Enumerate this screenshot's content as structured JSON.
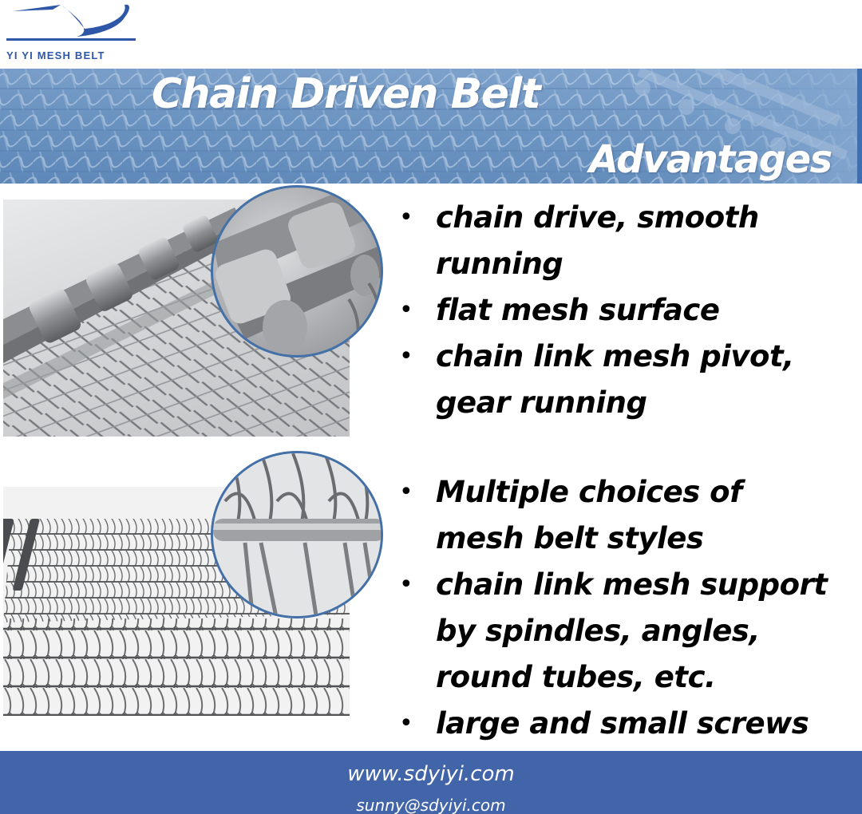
{
  "logo": {
    "brand_text": "YI YI MESH BELT",
    "icon": "swoosh-logo-icon",
    "color": "#2f57a8"
  },
  "banner": {
    "title": "Chain Driven Belt",
    "subtitle": "Advantages",
    "background_color": "#6d95c2",
    "edge_color": "#3f6fb0"
  },
  "photos": [
    {
      "label": "chain-driven-belt-roller-chain-photo",
      "zoom_inset": "roller-chain-detail"
    },
    {
      "label": "chain-link-mesh-belt-photo",
      "zoom_inset": "mesh-spiral-detail"
    }
  ],
  "advantages_group_1": [
    {
      "bullet": "•",
      "text": " chain drive, smooth\nrunning"
    },
    {
      "bullet": "•",
      "text": " flat mesh surface"
    },
    {
      "bullet": "•",
      "text": " chain link mesh pivot,\ngear running"
    }
  ],
  "advantages_group_2": [
    {
      "bullet": "•",
      "text": "  Multiple choices of\n mesh belt styles"
    },
    {
      "bullet": "•",
      "text": "chain link mesh support\nby spindles, angles,\nround tubes, etc."
    },
    {
      "bullet": "•",
      "text": " large and small screws"
    }
  ],
  "footer": {
    "website": "www.sdyiyi.com",
    "email": "sunny@sdyiyi.com",
    "background_color": "#4264a9"
  },
  "colors": {
    "accent_blue": "#4470a8",
    "text": "#000000"
  }
}
